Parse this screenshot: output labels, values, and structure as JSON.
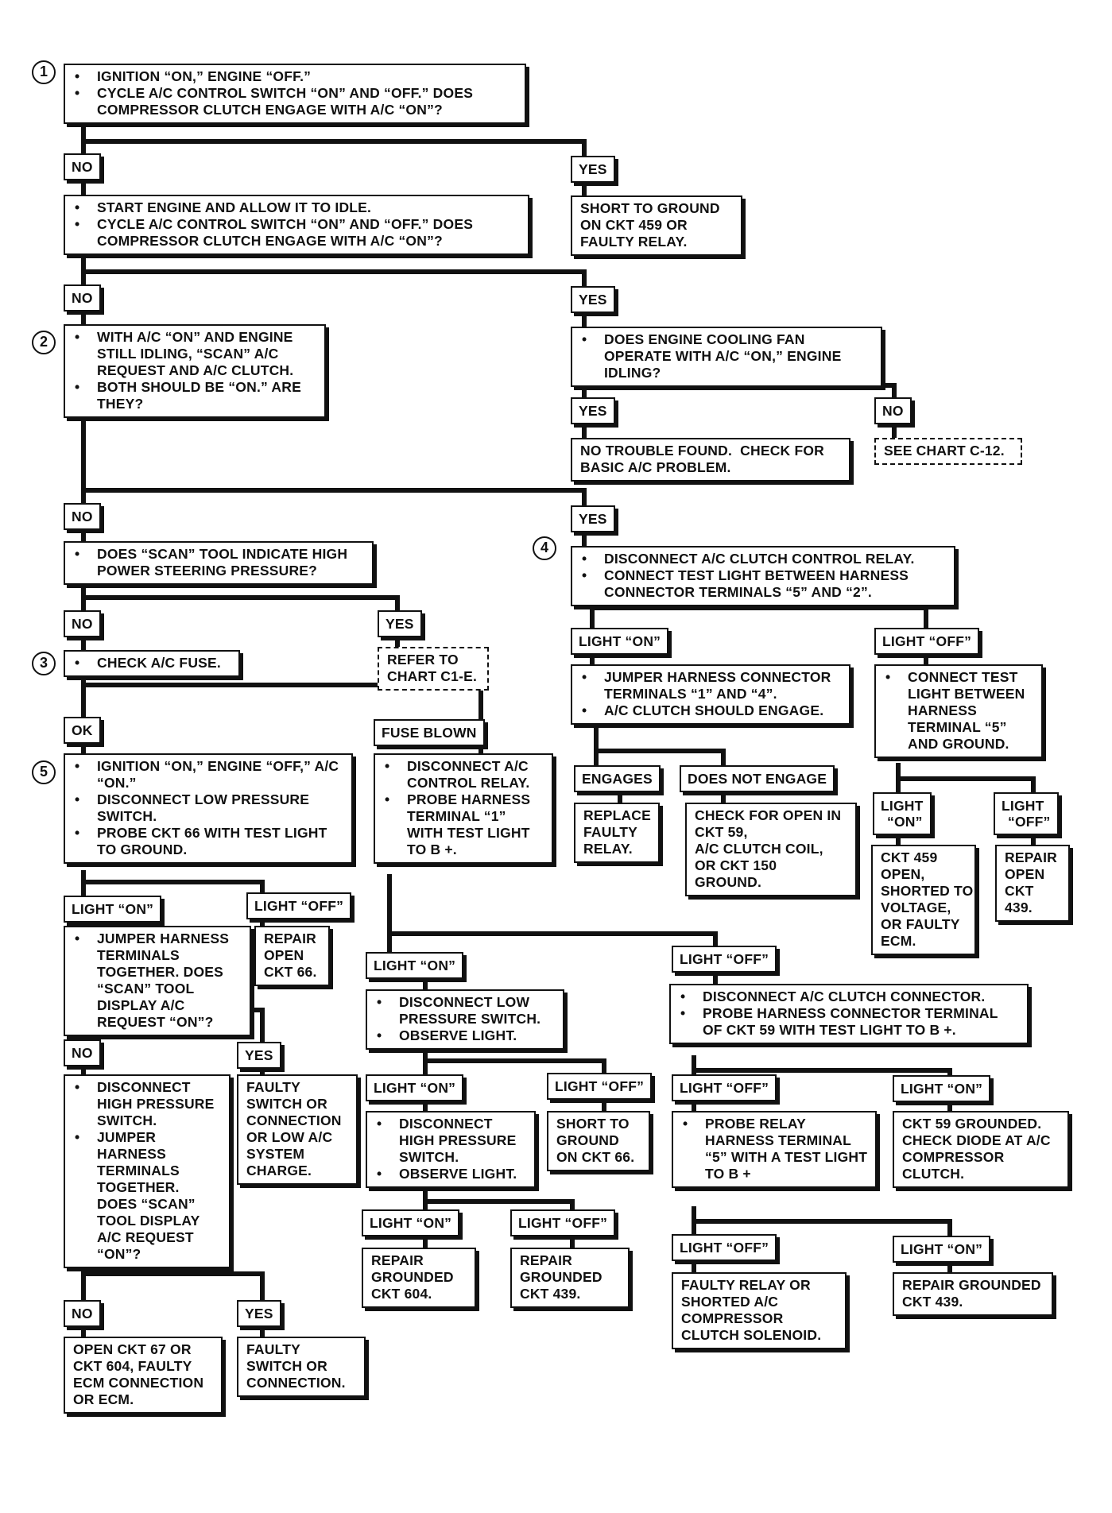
{
  "steps": {
    "s1": "1",
    "s2": "2",
    "s3": "3",
    "s4": "4",
    "s5": "5"
  },
  "labels": {
    "no": "NO",
    "yes": "YES",
    "ok": "OK",
    "fuse_blown": "FUSE BLOWN",
    "light_on": "LIGHT “ON”",
    "light_off": "LIGHT “OFF”",
    "engages": "ENGAGES",
    "does_not_engage": "DOES NOT ENGAGE",
    "light_on_split": [
      "LIGHT",
      "“ON”"
    ],
    "light_off_split": [
      "LIGHT",
      "“OFF”"
    ]
  },
  "boxes": {
    "q1": [
      "IGNITION “ON,” ENGINE “OFF.”",
      "CYCLE A/C CONTROL SWITCH “ON” AND “OFF.”  DOES COMPRESSOR CLUTCH ENGAGE WITH A/C “ON”?"
    ],
    "q1_yes": [
      "SHORT TO GROUND",
      "ON CKT 459 OR",
      "FAULTY RELAY."
    ],
    "q2": [
      "START  ENGINE AND ALLOW IT TO IDLE.",
      "CYCLE A/C CONTROL SWITCH “ON” AND “OFF.” DOES COMPRESSOR CLUTCH ENGAGE WITH A/C “ON”?"
    ],
    "q_fan": [
      "DOES ENGINE COOLING FAN OPERATE WITH A/C “ON,” ENGINE IDLING?"
    ],
    "fan_yes": [
      "NO TROUBLE FOUND.  CHECK FOR",
      "BASIC A/C PROBLEM."
    ],
    "fan_no": [
      "SEE CHART C-12."
    ],
    "q_scan": [
      "WITH A/C “ON” AND ENGINE STILL IDLING, “SCAN” A/C REQUEST AND A/C CLUTCH.",
      "BOTH SHOULD BE “ON.” ARE THEY?"
    ],
    "q_ps": [
      "DOES “SCAN” TOOL INDICATE HIGH POWER STEERING PRESSURE?"
    ],
    "ps_yes": [
      "REFER TO",
      "CHART C1-E."
    ],
    "q_fuse": [
      "CHECK A/C FUSE."
    ],
    "q4": [
      "DISCONNECT A/C CLUTCH CONTROL RELAY.",
      "CONNECT TEST LIGHT BETWEEN HARNESS CONNECTOR TERMINALS “5” AND “2”."
    ],
    "q4_on": [
      "JUMPER HARNESS CONNECTOR TERMINALS “1” AND “4”.",
      "A/C CLUTCH SHOULD ENGAGE."
    ],
    "q4_off": [
      "CONNECT TEST LIGHT BETWEEN HARNESS TERMINAL “5” AND GROUND."
    ],
    "engages_box": [
      "REPLACE",
      "FAULTY",
      "RELAY."
    ],
    "not_engage_box": [
      "CHECK FOR OPEN IN",
      "CKT 59,",
      "A/C CLUTCH COIL,",
      "OR CKT 150",
      "GROUND."
    ],
    "ckt459_box": [
      "CKT 459",
      "OPEN,",
      "SHORTED TO",
      "VOLTAGE,",
      "OR FAULTY",
      "ECM."
    ],
    "repair439_box": [
      "REPAIR",
      "OPEN",
      "CKT",
      "439."
    ],
    "q5": [
      "IGNITION “ON,” ENGINE “OFF,” A/C “ON.”",
      "DISCONNECT LOW PRESSURE SWITCH.",
      "PROBE CKT 66 WITH TEST LIGHT TO GROUND."
    ],
    "q5_on": [
      "JUMPER HARNESS TERMINALS TOGETHER. DOES “SCAN” TOOL DISPLAY A/C REQUEST “ON”?"
    ],
    "q5_off": [
      "REPAIR",
      "OPEN",
      "CKT 66."
    ],
    "q5_yes": [
      "FAULTY",
      "SWITCH OR",
      "CONNECTION",
      "OR LOW A/C",
      "SYSTEM",
      "CHARGE."
    ],
    "q5_no": [
      "DISCONNECT HIGH PRESSURE SWITCH.",
      "JUMPER HARNESS TERMINALS TOGETHER. DOES “SCAN” TOOL DISPLAY A/C REQUEST “ON”?"
    ],
    "final_no": [
      "OPEN CKT 67 OR",
      "CKT 604, FAULTY",
      "ECM CONNECTION",
      "OR ECM."
    ],
    "final_yes": [
      "FAULTY",
      "SWITCH OR",
      "CONNECTION."
    ],
    "fb": [
      "DISCONNECT A/C CONTROL RELAY.",
      "PROBE HARNESS TERMINAL “1” WITH TEST LIGHT TO B +."
    ],
    "fb_on": [
      "DISCONNECT LOW PRESSURE SWITCH.",
      "OBSERVE LIGHT."
    ],
    "fb_on_on": [
      "DISCONNECT HIGH PRESSURE SWITCH.",
      "OBSERVE LIGHT."
    ],
    "fb_on_off": [
      "SHORT TO",
      "GROUND",
      "ON CKT 66."
    ],
    "r604": [
      "REPAIR",
      "GROUNDED",
      "CKT 604."
    ],
    "r439": [
      "REPAIR",
      "GROUNDED",
      "CKT 439."
    ],
    "fb_off": [
      "DISCONNECT A/C CLUTCH  CONNECTOR.",
      "PROBE HARNESS CONNECTOR TERMINAL OF CKT 59  WITH TEST LIGHT TO B +."
    ],
    "probe_relay": [
      "PROBE RELAY HARNESS TERMINAL “5” WITH A TEST LIGHT TO B +"
    ],
    "ckt59_gnd": [
      "CKT 59 GROUNDED.",
      "CHECK DIODE AT A/C",
      "COMPRESSOR",
      "CLUTCH."
    ],
    "faulty_relay": [
      "FAULTY RELAY OR",
      "SHORTED A/C",
      "COMPRESSOR",
      "CLUTCH SOLENOID."
    ],
    "repair_gnd439": [
      "REPAIR GROUNDED",
      "CKT 439."
    ]
  }
}
